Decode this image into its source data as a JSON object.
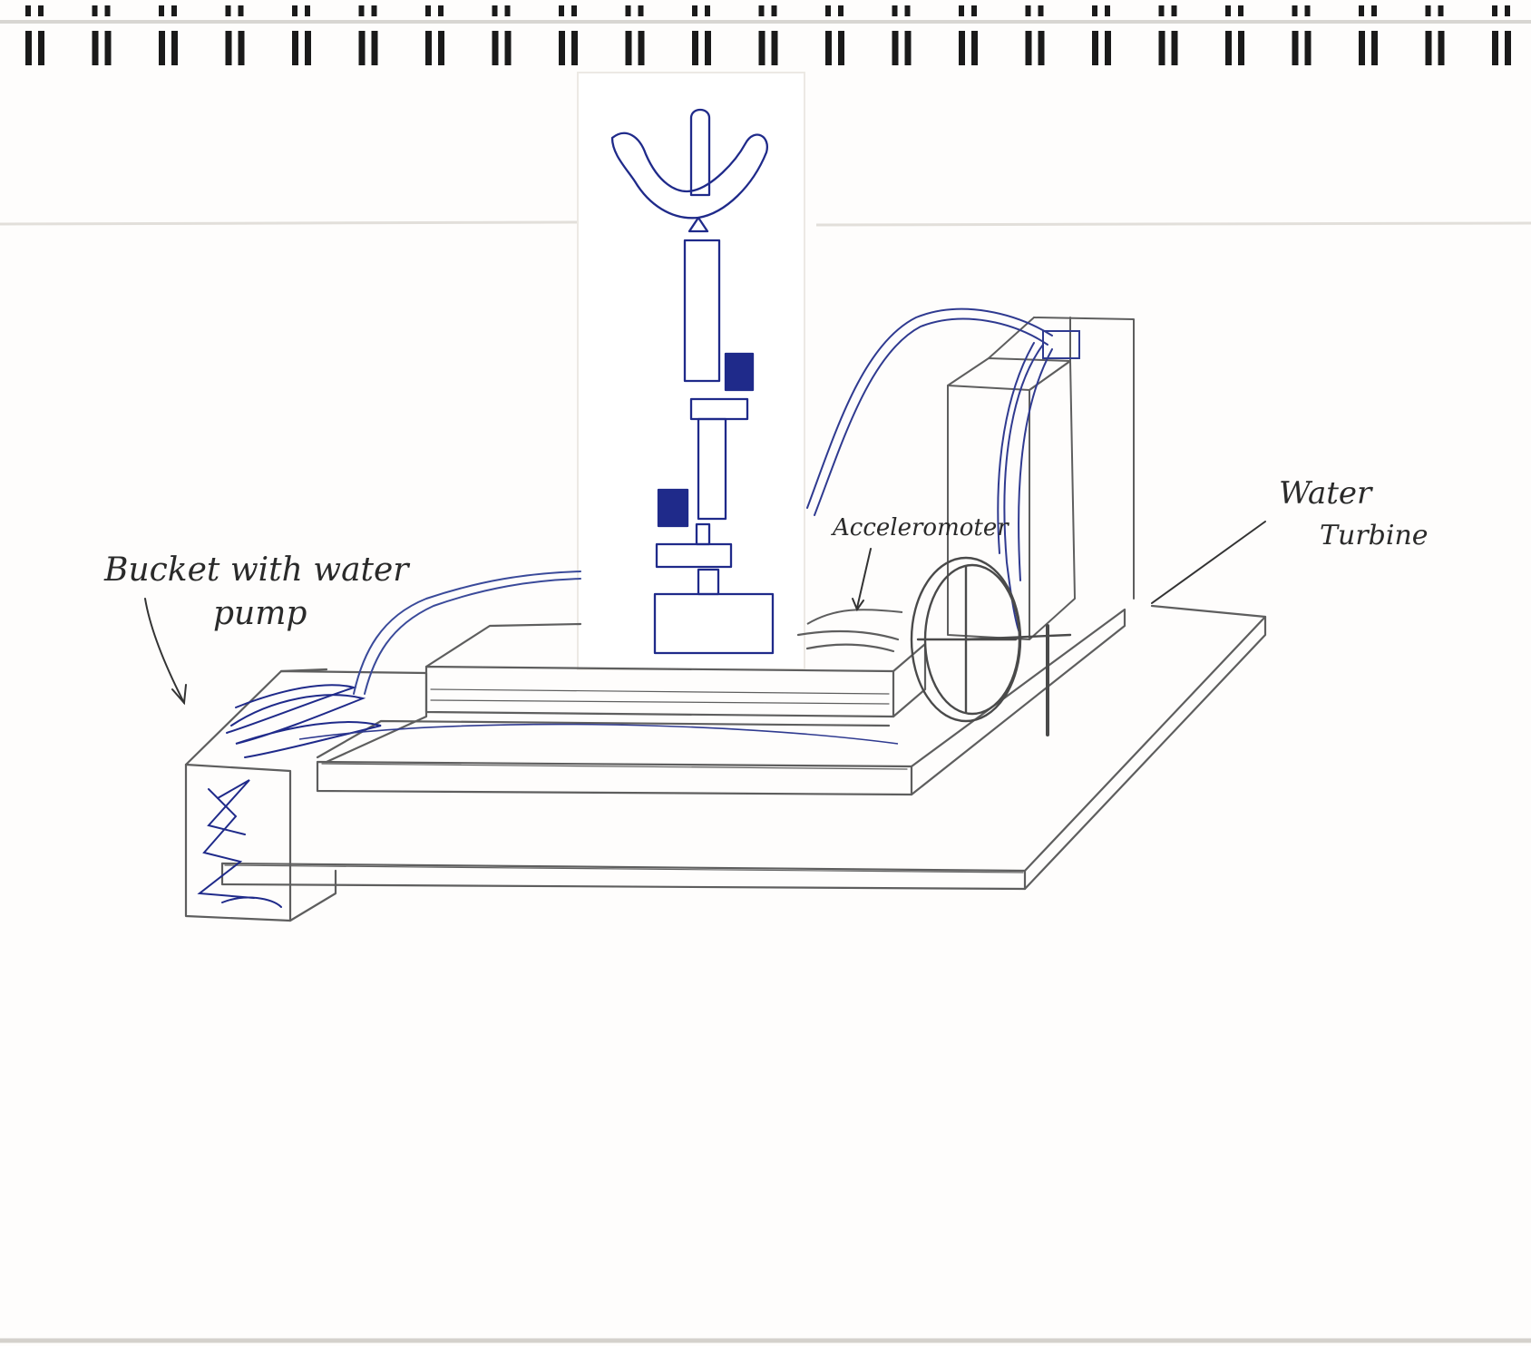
{
  "labels": {
    "bucket_line1": "Bucket with water",
    "bucket_line2": "pump",
    "accelerometer_line1": "Acceleromoter",
    "accelerometer_line2": "",
    "turbine_line1": "Water",
    "turbine_line2": "Turbine"
  },
  "colors": {
    "paper": "#fefdfc",
    "pencil": "#5a5a5a",
    "ink_blue": "#1f2a8a",
    "binding": "#1a1a1a"
  }
}
